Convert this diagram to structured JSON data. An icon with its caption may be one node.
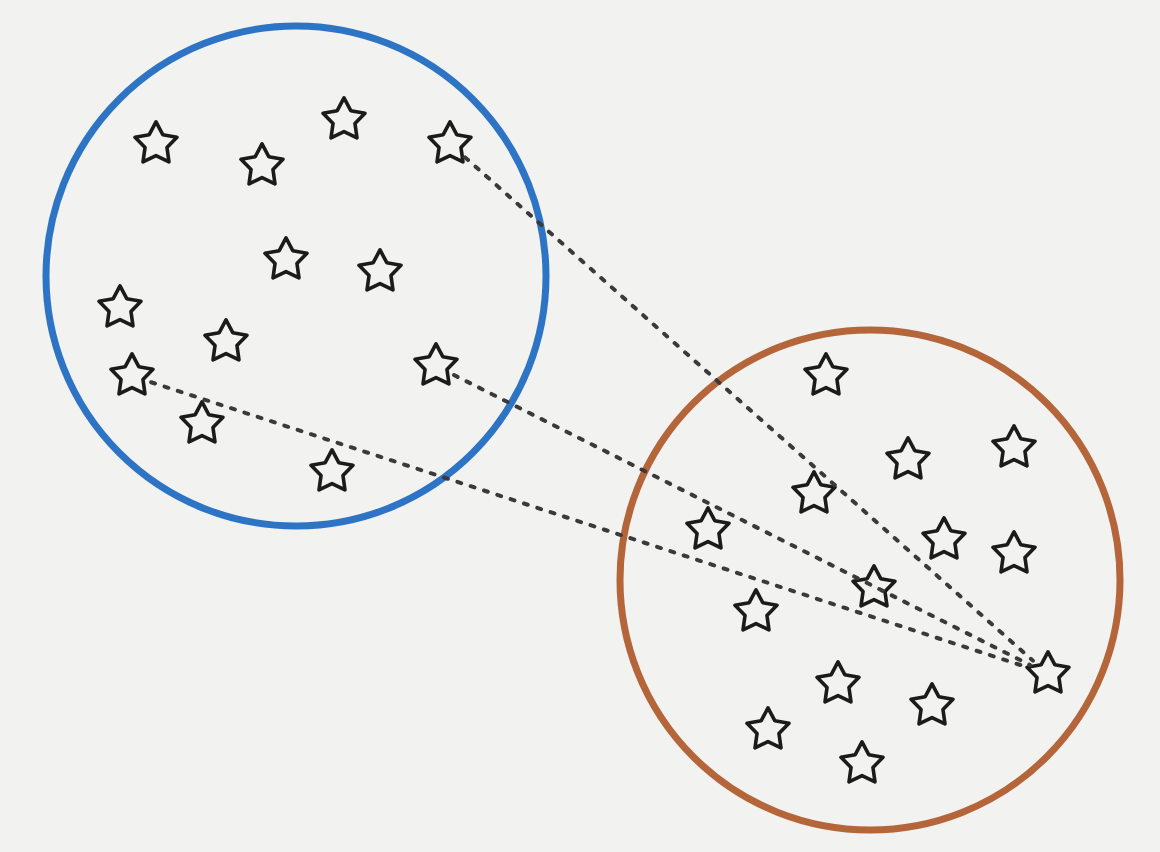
{
  "diagram": {
    "nodes": [
      {
        "text": [],
        "shape": "circle"
      },
      {
        "text": [],
        "shape": "star",
        "in": 0
      },
      {
        "text": [],
        "shape": "star",
        "in": 0
      },
      {
        "text": [],
        "shape": "star",
        "in": 0
      },
      {
        "text": [],
        "shape": "star",
        "in": 0
      },
      {
        "text": [],
        "shape": "star",
        "in": 0
      },
      {
        "text": [],
        "shape": "star",
        "in": 0
      },
      {
        "text": [],
        "shape": "star",
        "in": 0
      },
      {
        "text": [],
        "shape": "star",
        "in": 0
      },
      {
        "text": [],
        "shape": "star",
        "in": 0
      },
      {
        "text": [],
        "shape": "star",
        "in": 0
      },
      {
        "text": [],
        "shape": "star",
        "in": 0
      },
      {
        "text": [],
        "shape": "star",
        "in": 0
      },
      {
        "text": [],
        "shape": "circle"
      },
      {
        "text": [],
        "shape": "star",
        "in": 13
      },
      {
        "text": [],
        "shape": "star",
        "in": 13
      },
      {
        "text": [],
        "shape": "star",
        "in": 13
      },
      {
        "text": [],
        "shape": "star",
        "in": 13
      },
      {
        "text": [],
        "shape": "star",
        "in": 13
      },
      {
        "text": [],
        "shape": "star",
        "in": 13
      },
      {
        "text": [],
        "shape": "star",
        "in": 13
      },
      {
        "text": [],
        "shape": "star",
        "in": 13
      },
      {
        "text": [],
        "shape": "star",
        "in": 13
      },
      {
        "text": [],
        "shape": "star",
        "in": 13
      },
      {
        "text": [],
        "shape": "star",
        "in": 13
      },
      {
        "text": [],
        "shape": "star",
        "in": 13
      },
      {
        "text": [],
        "shape": "star",
        "in": 13
      },
      {
        "text": [],
        "shape": "star",
        "in": 13
      }
    ],
    "edges": [
      {
        "from": 4,
        "to": 27,
        "arrow": "none",
        "style": "dashed"
      },
      {
        "from": 11,
        "to": 27,
        "arrow": "none",
        "style": "dashed"
      },
      {
        "from": 9,
        "to": 27,
        "arrow": "none",
        "style": "dashed"
      }
    ]
  }
}
